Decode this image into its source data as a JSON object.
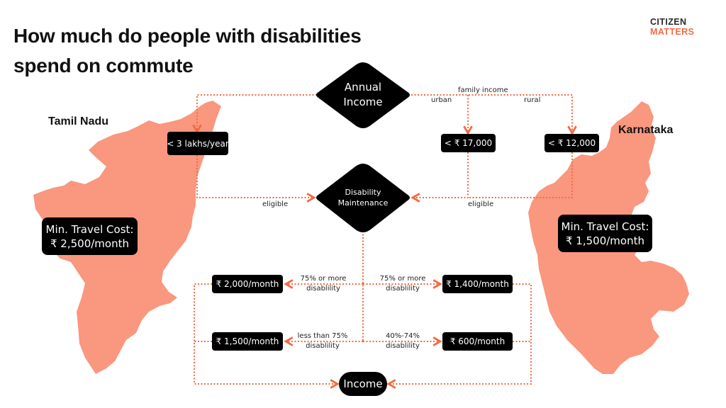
{
  "header": {
    "title_line1": "How much do people with disabilities",
    "title_line2": "spend on commute",
    "logo_line1": "CITIZEN",
    "logo_line2": "MATTERS"
  },
  "colors": {
    "map_fill": "#f9977f",
    "connector": "#f26b43",
    "node_fill": "#000000",
    "logo_accent": "#f26b43"
  },
  "states": {
    "tamil_nadu": {
      "name": "Tamil Nadu",
      "min_travel_cost_label": "Min. Travel Cost:",
      "min_travel_cost_value": "₹ 2,500/month",
      "income_threshold": "< 3 lakhs/year"
    },
    "karnataka": {
      "name": "Karnataka",
      "min_travel_cost_label": "Min. Travel Cost:",
      "min_travel_cost_value": "₹ 1,500/month",
      "urban_threshold": "< ₹ 17,000",
      "rural_threshold": "< ₹ 12,000"
    }
  },
  "nodes": {
    "annual_income_line1": "Annual",
    "annual_income_line2": "Income",
    "disability_line1": "Disability",
    "disability_line2": "Maintenance",
    "income": "Income"
  },
  "edge_labels": {
    "family_income": "family income",
    "urban": "urban",
    "rural": "rural",
    "eligible_left": "eligible",
    "eligible_right": "eligible"
  },
  "benefits": {
    "tn_high": {
      "amount": "₹ 2,000/month",
      "label1": "75% or more",
      "label2": "disablility"
    },
    "tn_low": {
      "amount": "₹ 1,500/month",
      "label1": "less than 75%",
      "label2": "disablility"
    },
    "ka_high": {
      "amount": "₹ 1,400/month",
      "label1": "75% or more",
      "label2": "disablility"
    },
    "ka_low": {
      "amount": "₹ 600/month",
      "label1": "40%-74%",
      "label2": "disablility"
    }
  }
}
